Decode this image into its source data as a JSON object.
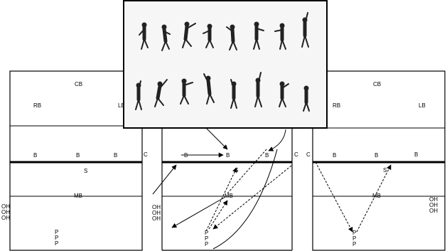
{
  "colors": {
    "line": "#000000",
    "background": "#ffffff",
    "photo_bg": "#f6f6f6",
    "player": "#222222"
  },
  "court_left": {
    "cb": "CB",
    "rb": "RB",
    "lb": "LB",
    "blockers": [
      "B",
      "B",
      "B"
    ],
    "c": "C",
    "s": "S",
    "mb": "MB",
    "oh": [
      "OH",
      "OH",
      "OH"
    ],
    "p": [
      "P",
      "P",
      "P"
    ]
  },
  "court_middle": {
    "blockers": [
      "B",
      "B",
      "B"
    ],
    "c": "C",
    "s": "S",
    "mb": "MB",
    "oh": [
      "OH",
      "OH",
      "OH"
    ],
    "p": [
      "P",
      "P",
      "P"
    ]
  },
  "court_right": {
    "cb": "CB",
    "rb": "RB",
    "lb": "LB",
    "blockers": [
      "B",
      "B",
      "B"
    ],
    "c": "C",
    "s": "S",
    "mb": "MB",
    "oh": [
      "OH",
      "OH",
      "OH"
    ],
    "p": [
      "P",
      "P",
      "P"
    ]
  },
  "photo": {
    "subject": "sequence of volleyball players jumping and spiking",
    "rows": 2,
    "figures_per_row": 8
  }
}
